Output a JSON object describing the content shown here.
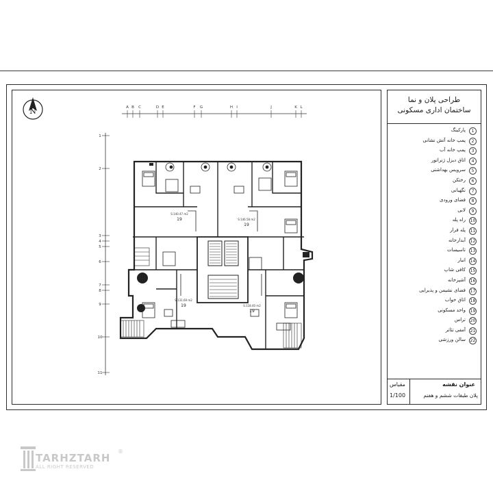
{
  "title_block": {
    "title_line1": "طراحی پلان و نما",
    "title_line2": "ساختمان اداری مسکونی"
  },
  "legend": [
    {
      "num": "1",
      "label": "پارکینگ"
    },
    {
      "num": "2",
      "label": "پمپ خانه آتش نشانی"
    },
    {
      "num": "3",
      "label": "پمپ خانه آب"
    },
    {
      "num": "4",
      "label": "اتاق دیزل ژنراتور"
    },
    {
      "num": "5",
      "label": "سرویس بهداشتی"
    },
    {
      "num": "6",
      "label": "رختکن"
    },
    {
      "num": "7",
      "label": "نگهبانی"
    },
    {
      "num": "8",
      "label": "فضای ورودی"
    },
    {
      "num": "9",
      "label": "لابی"
    },
    {
      "num": "10",
      "label": "راه پله"
    },
    {
      "num": "11",
      "label": "پله فرار"
    },
    {
      "num": "12",
      "label": "آبدارخانه"
    },
    {
      "num": "13",
      "label": "تاسیسات"
    },
    {
      "num": "14",
      "label": "انبار"
    },
    {
      "num": "15",
      "label": "کافی شاپ"
    },
    {
      "num": "16",
      "label": "آشپزخانه"
    },
    {
      "num": "17",
      "label": "فضای نشیمن و پذیرایی"
    },
    {
      "num": "18",
      "label": "اتاق خواب"
    },
    {
      "num": "19",
      "label": "واحد مسکونی"
    },
    {
      "num": "20",
      "label": "تراس"
    },
    {
      "num": "21",
      "label": "آمفی تئاتر"
    },
    {
      "num": "22",
      "label": "سالن ورزشی"
    }
  ],
  "footer": {
    "scale_label": "مقیاس",
    "scale_value": "1/100",
    "plan_title_label": "عنوان نقشه",
    "plan_title_value": "پلان طبقات ششم و هفتم"
  },
  "north_arrow": {
    "letter": "N"
  },
  "grid": {
    "columns": [
      "A",
      "B",
      "C",
      "D",
      "E",
      "F",
      "G",
      "H",
      "I",
      "J",
      "K",
      "L"
    ],
    "rows": [
      "1",
      "2",
      "3",
      "4",
      "5",
      "6",
      "7",
      "8",
      "9",
      "10",
      "11"
    ]
  },
  "units": [
    {
      "number": "19",
      "area": "S:140.47 m2"
    },
    {
      "number": "19",
      "area": "S:146.58 m2"
    },
    {
      "number": "19",
      "area": "S:131.69 m2"
    },
    {
      "number": "19",
      "area": "S:118.40 m2"
    }
  ],
  "watermark": {
    "brand": "TARHZTARH",
    "sub": "ALL RIGHT RESERVED",
    "reg": "®"
  }
}
